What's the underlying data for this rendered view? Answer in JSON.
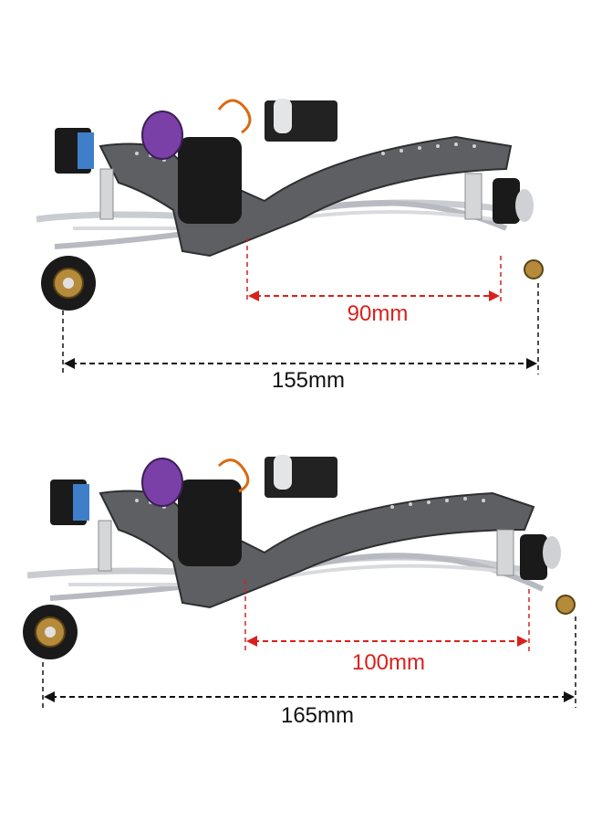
{
  "photos": [
    {
      "description_icon": "rc-crawler-chassis",
      "wheelbase_label": "90mm",
      "overall_label": "155mm",
      "wheelbase_value_mm": 90,
      "overall_value_mm": 155
    },
    {
      "description_icon": "rc-crawler-chassis",
      "wheelbase_label": "100mm",
      "overall_label": "165mm",
      "wheelbase_value_mm": 100,
      "overall_value_mm": 165
    }
  ],
  "colors": {
    "wheelbase_arrow": "#d9211c",
    "overall_arrow": "#111111",
    "frame": "#5d5f63",
    "metal": "#c9ccd1",
    "motor_purple": "#7b3fa8",
    "shock_blue": "#3f7fc9",
    "brass": "#b58a3a",
    "black": "#1a1a1a"
  }
}
